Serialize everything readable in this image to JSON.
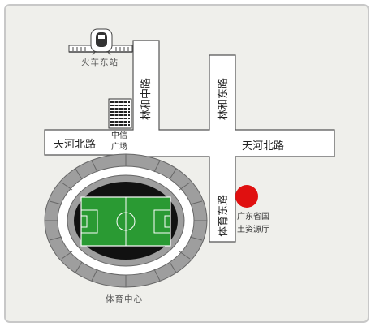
{
  "roads": {
    "tianhe_north_west": "天河北路",
    "tianhe_north_east": "天河北路",
    "linhe_middle": "林和中路",
    "linhe_east": "林和东路",
    "tiyu_east": "体育东路"
  },
  "landmarks": {
    "railway_station": "火车东站",
    "citic_plaza_line1": "中信",
    "citic_plaza_line2": "广场",
    "sports_center": "体育中心",
    "destination_line1": "广东省国",
    "destination_line2": "土资源厅"
  },
  "colors": {
    "frame_border": "#c8c8c8",
    "map_background": "#efefeb",
    "road_fill": "#ffffff",
    "road_outline": "#555555",
    "pitch_green": "#2a9a33",
    "stadium_ring": "#9e9e9e",
    "stadium_dark": "#111111",
    "destination_marker": "#e01010"
  },
  "icons": [
    "railway-station-icon",
    "building-icon",
    "stadium-icon",
    "location-marker-icon"
  ]
}
